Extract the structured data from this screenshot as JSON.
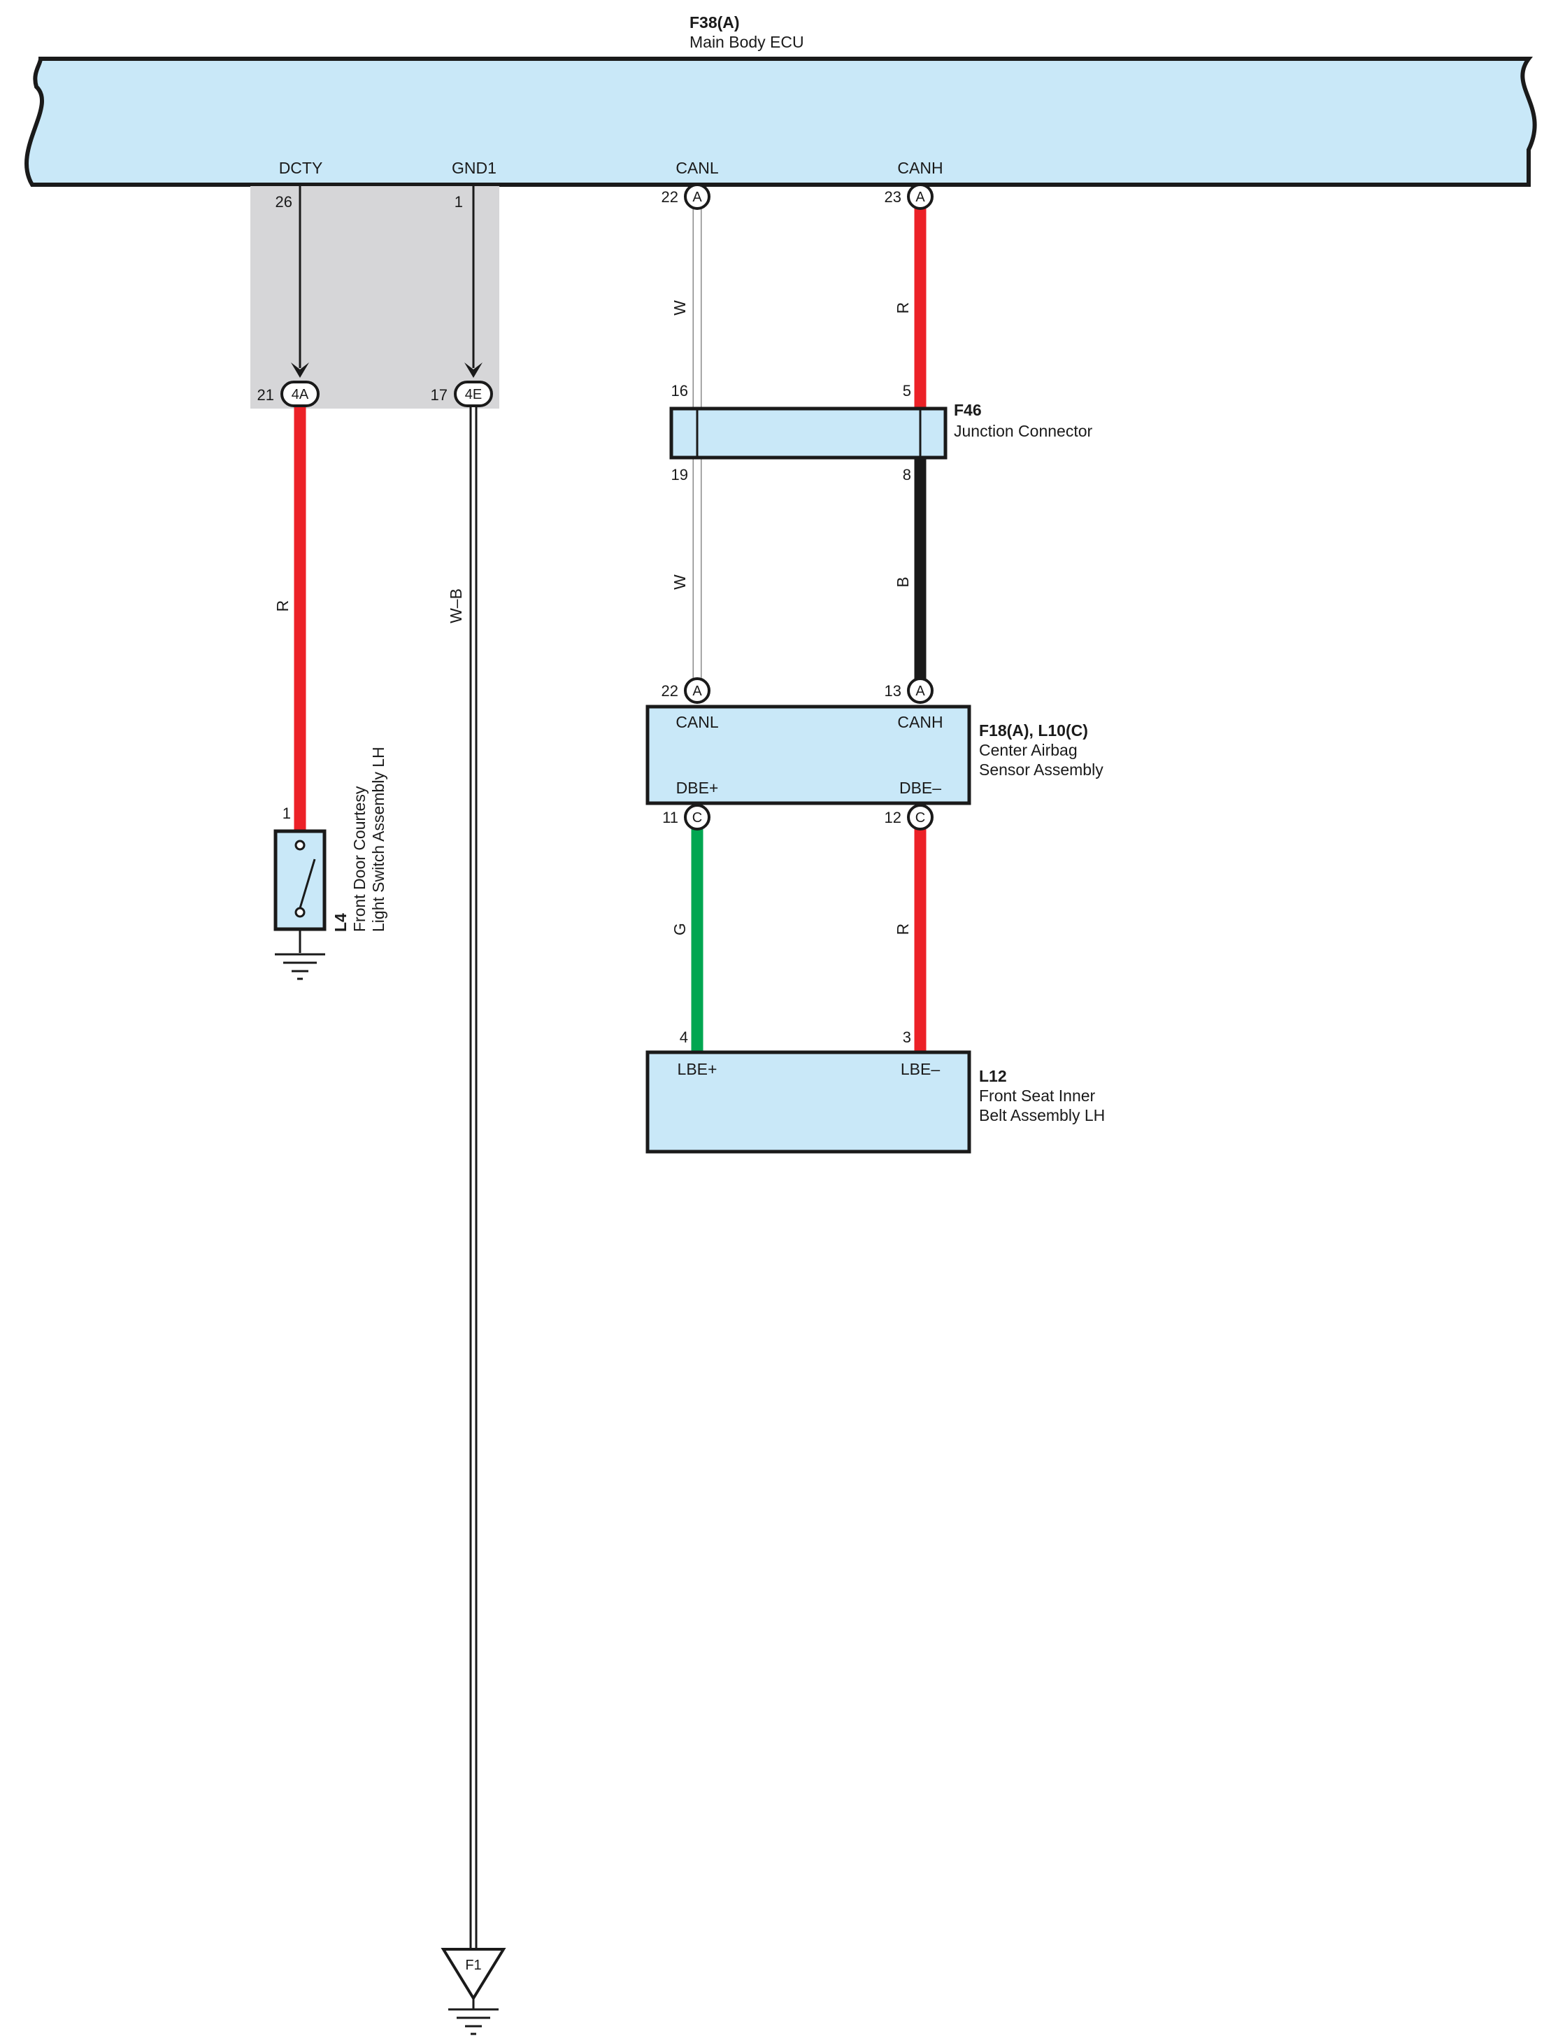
{
  "colors": {
    "component_fill": "#c9e8f8",
    "shade": "#d6d6d8",
    "red": "#ec2127",
    "green": "#00a651",
    "black": "#1a1a1a",
    "white_wire": "#ffffff"
  },
  "ecu": {
    "id": "F38(A)",
    "name": "Main Body ECU",
    "terminals": {
      "dcty": "DCTY",
      "gnd1": "GND1",
      "canl": "CANL",
      "canh": "CANH"
    },
    "pins": {
      "dcty": "26",
      "gnd1": "1",
      "canl": "22",
      "canh": "23"
    },
    "connector": "A"
  },
  "inline_connectors": {
    "c4a": {
      "code": "4A",
      "pin": "21"
    },
    "c4e": {
      "code": "4E",
      "pin": "17"
    }
  },
  "junction": {
    "id": "F46",
    "name": "Junction Connector",
    "pins": {
      "top_left": "16",
      "top_right": "5",
      "bottom_left": "19",
      "bottom_right": "8"
    }
  },
  "airbag": {
    "id": "F18(A), L10(C)",
    "name_line1": "Center Airbag",
    "name_line2": "Sensor Assembly",
    "terminals": {
      "canl": "CANL",
      "canh": "CANH",
      "dbe_plus": "DBE+",
      "dbe_minus": "DBE–"
    },
    "pins": {
      "canl": "22",
      "canh": "13",
      "dbe_plus": "11",
      "dbe_minus": "12"
    },
    "connector_top": "A",
    "connector_bottom": "C"
  },
  "belt": {
    "id": "L12",
    "name_line1": "Front Seat Inner",
    "name_line2": "Belt Assembly LH",
    "terminals": {
      "lbe_plus": "LBE+",
      "lbe_minus": "LBE–"
    },
    "pins": {
      "lbe_plus": "4",
      "lbe_minus": "3"
    }
  },
  "switch": {
    "id": "L4",
    "name_line1": "Front Door Courtesy",
    "name_line2": "Light Switch Assembly LH",
    "pin": "1"
  },
  "ground": {
    "id": "F1"
  },
  "wire_labels": {
    "dcty": "R",
    "gnd": "W–B",
    "canl_upper": "W",
    "canh_upper": "R",
    "canl_lower": "W",
    "canh_lower": "B",
    "dbe_plus": "G",
    "dbe_minus": "R"
  }
}
